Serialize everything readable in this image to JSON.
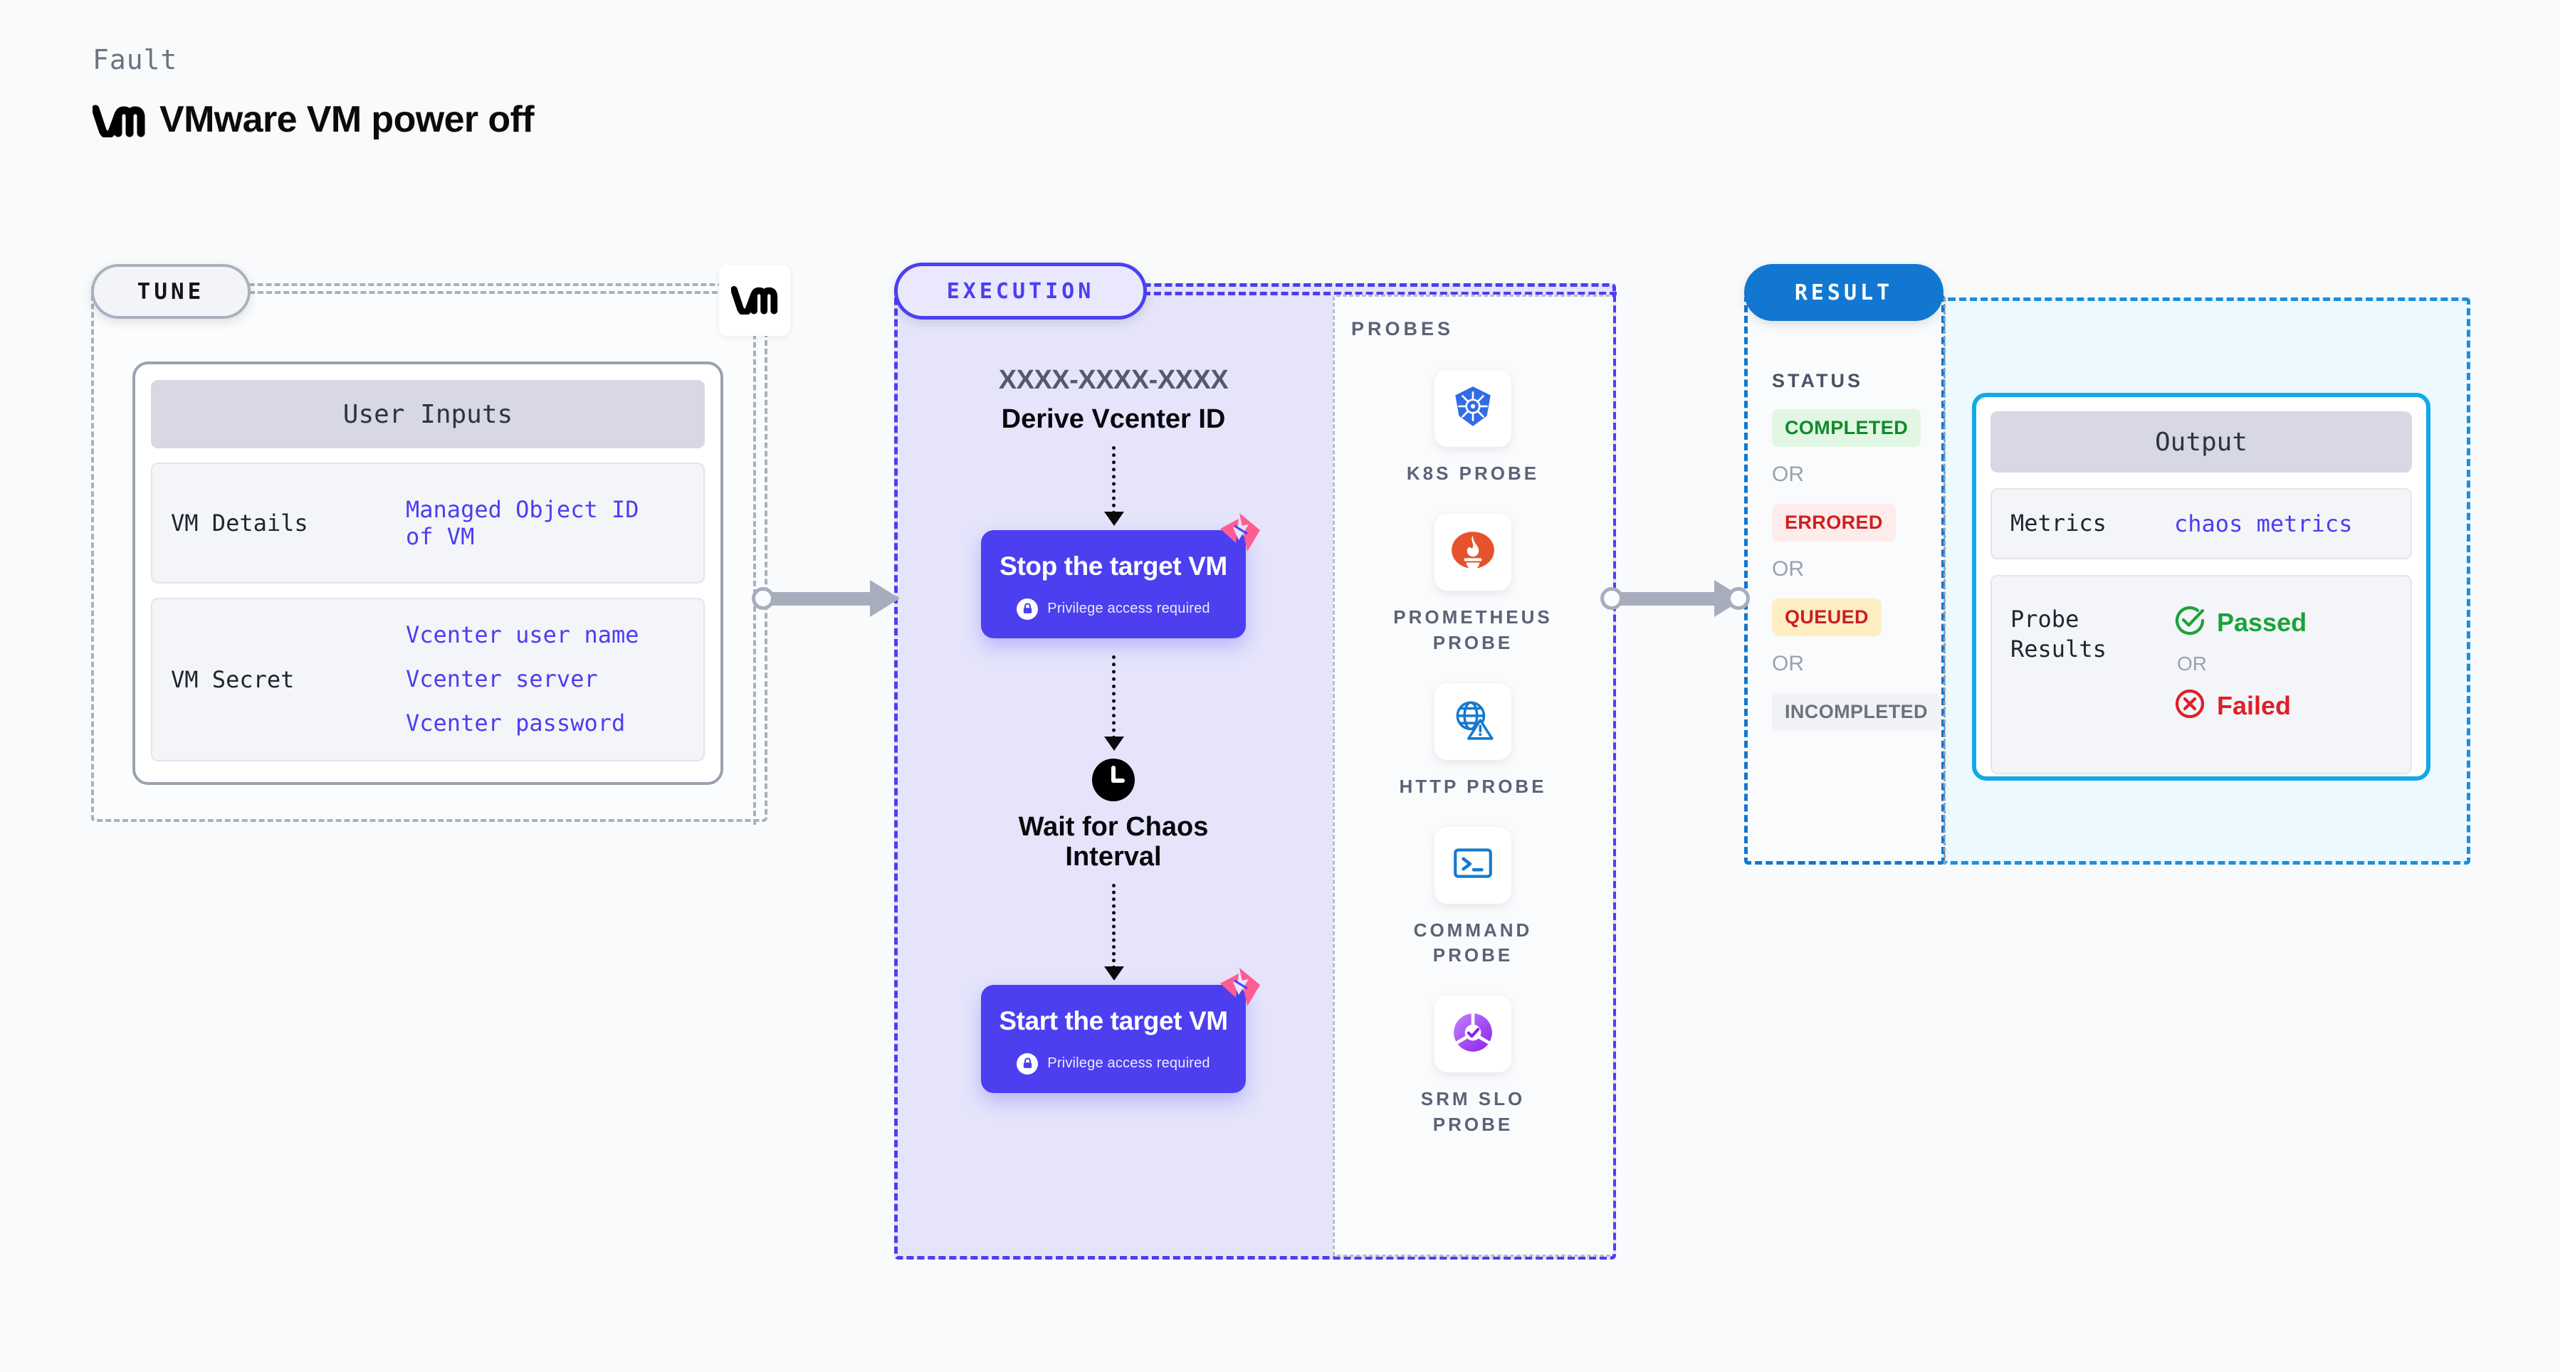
{
  "header": {
    "eyebrow": "Fault",
    "title": "VMware VM power off",
    "logo_icon": "vmware-vm-logo"
  },
  "tune": {
    "pill_label": "TUNE",
    "badge_icon": "vmware-vm-logo",
    "card": {
      "heading": "User Inputs",
      "rows": [
        {
          "key": "VM Details",
          "values": [
            "Managed Object ID",
            "of VM"
          ]
        },
        {
          "key": "VM Secret",
          "values": [
            "Vcenter user name",
            "Vcenter server",
            "Vcenter password"
          ]
        }
      ]
    }
  },
  "execution": {
    "pill_label": "EXECUTION",
    "flow": {
      "id_placeholder": "XXXX-XXXX-XXXX",
      "derive_caption": "Derive Vcenter ID",
      "step_stop": {
        "title": "Stop the target VM",
        "note": "Privilege access required",
        "lock_icon": "lock-icon",
        "chaos_icon": "litmus-chaos-icon"
      },
      "wait": {
        "icon": "clock-icon",
        "caption_line1": "Wait for Chaos",
        "caption_line2": "Interval"
      },
      "step_start": {
        "title": "Start the target VM",
        "note": "Privilege access required",
        "lock_icon": "lock-icon",
        "chaos_icon": "litmus-chaos-icon"
      }
    }
  },
  "probes": {
    "title": "PROBES",
    "items": [
      {
        "label": "K8S PROBE",
        "icon": "kubernetes-icon"
      },
      {
        "label": "PROMETHEUS\nPROBE",
        "icon": "prometheus-icon"
      },
      {
        "label": "HTTP PROBE",
        "icon": "http-globe-warning-icon"
      },
      {
        "label": "COMMAND\nPROBE",
        "icon": "terminal-icon"
      },
      {
        "label": "SRM SLO\nPROBE",
        "icon": "srm-slo-icon"
      }
    ]
  },
  "result": {
    "pill_label": "RESULT",
    "status_title": "STATUS",
    "or_label": "OR",
    "statuses": [
      {
        "label": "COMPLETED",
        "color": "#118a2b",
        "bg": "#e1f6e3"
      },
      {
        "label": "ERRORED",
        "color": "#d01f1f",
        "bg": "#fdeceb"
      },
      {
        "label": "QUEUED",
        "color": "#cc1f1f",
        "bg": "#fdeec4"
      },
      {
        "label": "INCOMPLETED",
        "color": "#6b7280",
        "bg": "#f1f2f6"
      }
    ],
    "output": {
      "heading": "Output",
      "metrics_key": "Metrics",
      "metrics_value": "chaos metrics",
      "probe_results_key": "Probe\nResults",
      "passed_label": "Passed",
      "failed_label": "Failed",
      "or_label": "OR",
      "passed_icon": "check-circle-icon",
      "failed_icon": "x-circle-icon"
    }
  },
  "colors": {
    "accent_purple": "#4b3ff0",
    "accent_blue": "#1177d1",
    "accent_cyan": "#12a9e8",
    "chaos_pink": "#ff5c93",
    "panel_gray": "#a9b0bf"
  }
}
